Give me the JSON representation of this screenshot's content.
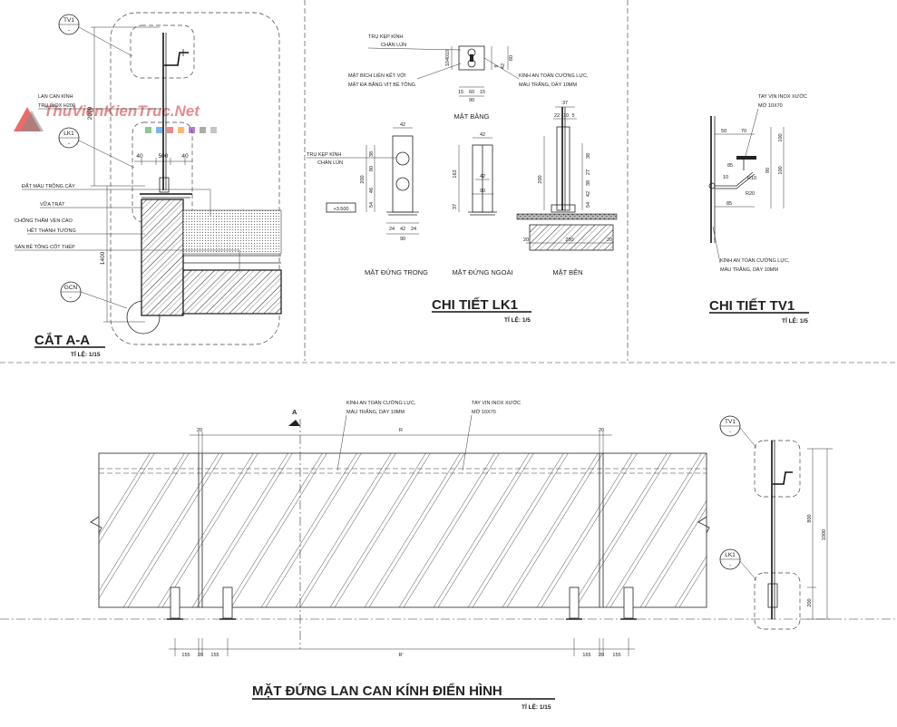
{
  "watermark": {
    "text": "ThuVienKienTruc.Net",
    "colors": {
      "red": "#d32f2f",
      "gray": "#9e9e9e"
    }
  },
  "section_aa": {
    "title": "CẮT A-A",
    "scale": "TỈ LỆ: 1/15",
    "bubbles": {
      "tv1": "TV1",
      "lk1": "LK1",
      "gcn": "GCN",
      "dash": "-"
    },
    "labels": [
      "LAN CAN KÍNH",
      "TRỤ INOX H200",
      "ĐẤT MÀU TRỒNG CÂY",
      "VỮA TRÁT",
      "CHỐNG THẤM VÉN CAO",
      "HẾT THÀNH TƯỜNG",
      "SÀN BÊ TÔNG CỐT THÉP"
    ],
    "dims": {
      "d2000": "2000",
      "d1400": "1400",
      "d40a": "40",
      "d500": "500",
      "d40b": "40"
    }
  },
  "detail_lk1": {
    "title": "CHI TIẾT LK1",
    "scale": "TỈ LỆ: 1/5",
    "plan_label": "MẶT BẰNG",
    "views": [
      "MẶT ĐỨNG TRONG",
      "MẶT ĐỨNG NGOÀI",
      "MẶT BÊN"
    ],
    "notes": [
      "TRỤ KẸP KÍNH",
      "CHÂN LÚN",
      "MẶT BÍCH LIÊN KẾT VỚI",
      "MẶT ĐÁ BẰNG VÍT BÊ TÔNG",
      "KÍNH AN TOÀN CƯỜNG LỰC,",
      "MÀU TRẮNG, DÀY 10MM",
      "TRỤ KẸP KÍNH",
      "CHÂN LÚN"
    ],
    "level": "+3.500",
    "dims": {
      "p104010": "104010",
      "p9": "9",
      "p42": "42",
      "p960": "60",
      "p15a": "15",
      "p60": "60",
      "p15b": "15",
      "p90": "90",
      "i42": "42",
      "i38": "38",
      "i80": "80",
      "i200": "200",
      "i46": "46",
      "i54": "54",
      "i24a": "24",
      "i42b": "42",
      "i24b": "24",
      "i90": "90",
      "o42": "42",
      "o163": "163",
      "o42b": "42",
      "o37": "37",
      "o90": "90",
      "s37": "37",
      "s22": "22",
      "s10": "10",
      "s5": "5",
      "s200": "200",
      "s38a": "38",
      "s27": "27",
      "s38b": "38",
      "s42": "42",
      "s54": "54",
      "s20a": "20",
      "s250": "250",
      "s20b": "20"
    }
  },
  "detail_tv1": {
    "title": "CHI TIẾT TV1",
    "scale": "TỈ LỆ: 1/5",
    "notes": [
      "TAY VỊN INOX XƯỚC",
      "MỜ 10X70",
      "KÍNH AN TOÀN CƯỜNG LỰC,",
      "MÀU TRẮNG, DÀY 10MM"
    ],
    "dims": {
      "d50": "50",
      "d70": "70",
      "d100a": "100",
      "d85a": "85",
      "d10": "10",
      "d90": "90",
      "d100b": "100",
      "r10": "R10",
      "r20": "R20",
      "d85b": "85"
    }
  },
  "elevation": {
    "title": "MẶT ĐỨNG LAN CAN KÍNH ĐIỂN HÌNH",
    "scale": "TỈ LỆ: 1/15",
    "section_mark": "A",
    "notes": [
      "KÍNH AN TOÀN CƯỜNG LỰC,",
      "MÀU TRẮNG, DÀY 10MM",
      "TAY VỊN INOX XƯỚC",
      "MỜ 10X70"
    ],
    "bubbles": {
      "tv1": "TV1",
      "lk1": "LK1",
      "dash": "-"
    },
    "dims": {
      "top20a": "20",
      "topR": "R",
      "top20b": "20",
      "b155a": "155",
      "b20a": "20",
      "b155b": "155",
      "bR": "R'",
      "b165": "165",
      "b20b": "20",
      "b155c": "155",
      "h800": "800",
      "h1000": "1000",
      "h200": "200"
    }
  }
}
